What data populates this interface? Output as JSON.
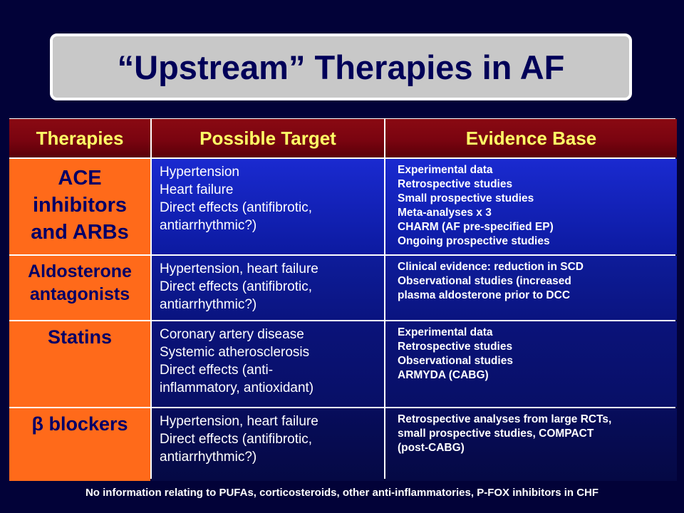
{
  "title": "“Upstream” Therapies in AF",
  "headers": {
    "therapies": "Therapies",
    "target": "Possible Target",
    "evidence": "Evidence Base"
  },
  "rows": [
    {
      "therapy_lines": [
        "ACE",
        "inhibitors",
        "and ARBs"
      ],
      "target_lines": [
        "Hypertension",
        "Heart failure",
        "Direct effects (antifibrotic,",
        "antiarrhythmic?)"
      ],
      "evidence_lines": [
        "Experimental data",
        "Retrospective studies",
        "Small prospective studies",
        "Meta-analyses x 3",
        "CHARM (AF pre-specified EP)",
        "Ongoing prospective studies"
      ]
    },
    {
      "therapy_lines": [
        "Aldosterone",
        "antagonists"
      ],
      "target_lines": [
        "Hypertension, heart failure",
        "Direct effects (antifibrotic,",
        "antiarrhythmic?)"
      ],
      "evidence_lines": [
        "Clinical evidence: reduction in SCD",
        "Observational studies (increased",
        "plasma aldosterone prior to DCC"
      ]
    },
    {
      "therapy_lines": [
        "Statins"
      ],
      "target_lines": [
        "Coronary artery disease",
        "Systemic atherosclerosis",
        "Direct effects (anti-",
        "inflammatory, antioxidant)"
      ],
      "evidence_lines": [
        "Experimental data",
        "Retrospective studies",
        "Observational studies",
        "ARMYDA (CABG)"
      ]
    },
    {
      "therapy_lines": [
        "β blockers"
      ],
      "target_lines": [
        "Hypertension, heart failure",
        "Direct effects (antifibrotic,",
        "antiarrhythmic?)"
      ],
      "evidence_lines": [
        "Retrospective analyses from large RCTs,",
        "small prospective studies, COMPACT",
        "(post-CABG)"
      ]
    }
  ],
  "footnote": "No information relating to PUFAs, corticosteroids, other anti-inflammatories, P-FOX inhibitors in CHF",
  "colors": {
    "background": "#020238",
    "title_box": "#c8c8c8",
    "title_text": "#000058",
    "header_bg": "#7a0410",
    "header_text": "#ffff66",
    "therapy_bg": "#ff6a1a",
    "therapy_text": "#000066",
    "body_blue": "#0c1aa0"
  }
}
